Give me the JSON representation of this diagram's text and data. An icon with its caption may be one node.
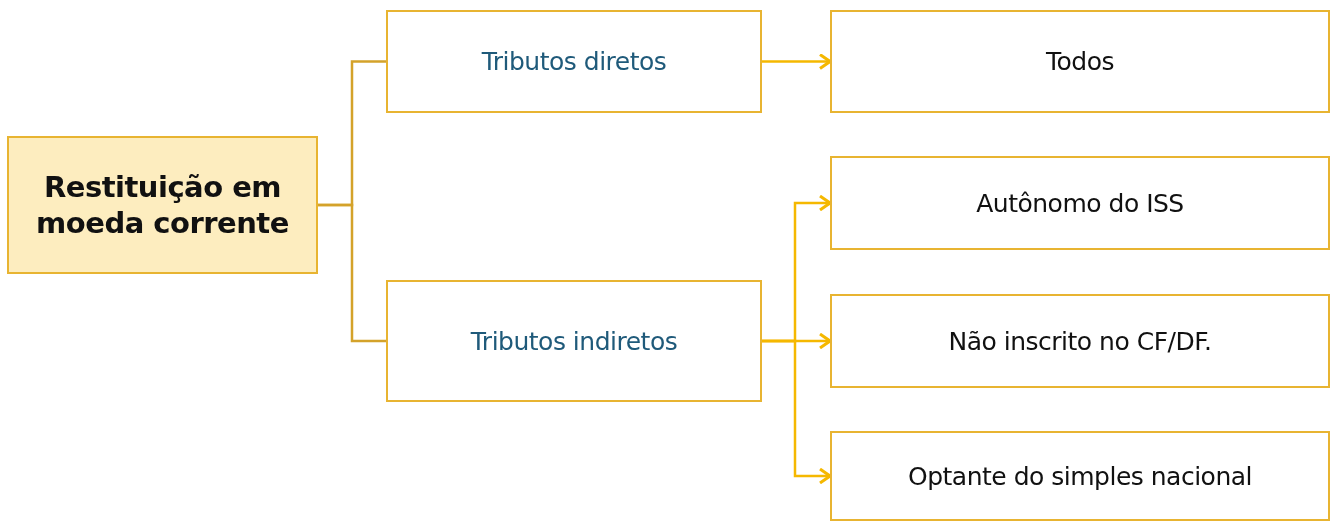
{
  "diagram": {
    "nodes": [
      {
        "text": [
          "Restituição em moeda corrente"
        ]
      },
      {
        "text": [
          "Tributos diretos"
        ]
      },
      {
        "text": [
          "Todos"
        ]
      },
      {
        "text": [
          "Tributos indiretos"
        ]
      },
      {
        "text": [
          "Autônomo do ISS"
        ]
      },
      {
        "text": [
          "Não inscrito no CF/DF."
        ]
      },
      {
        "text": [
          "Optante do simples nacional"
        ]
      }
    ],
    "edges": [
      {
        "from": 0,
        "to": 1,
        "arrow": "none",
        "color": "#d4a22a"
      },
      {
        "from": 0,
        "to": 3,
        "arrow": "none",
        "color": "#d4a22a"
      },
      {
        "from": 1,
        "to": 2,
        "arrow": "to"
      },
      {
        "from": 3,
        "to": 4,
        "arrow": "to"
      },
      {
        "from": 3,
        "to": 5,
        "arrow": "to"
      },
      {
        "from": 3,
        "to": 6,
        "arrow": "to"
      }
    ]
  }
}
